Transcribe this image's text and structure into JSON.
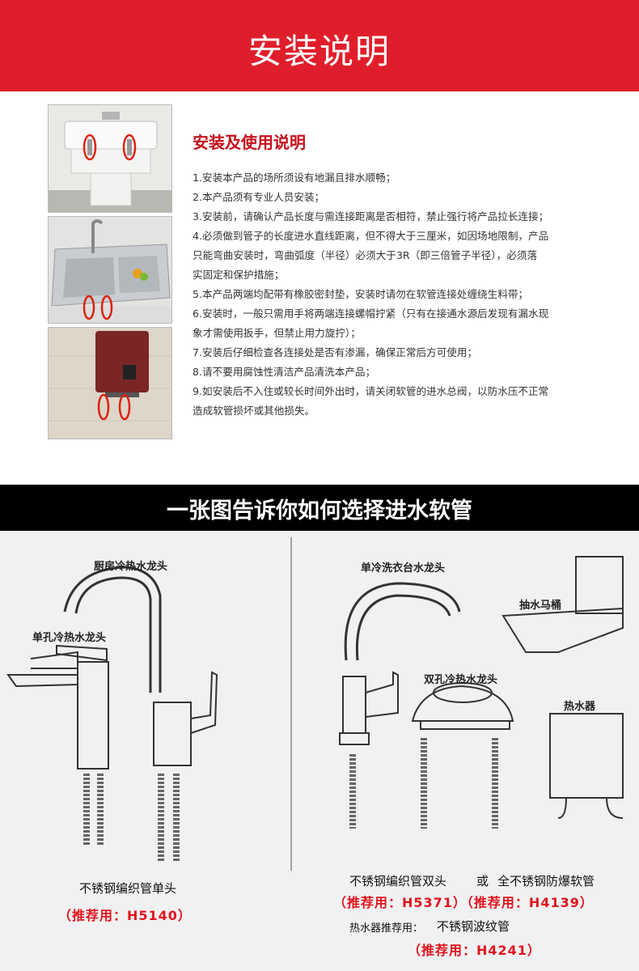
{
  "header": {
    "title": "安装说明"
  },
  "instructions": {
    "title": "安装及使用说明",
    "items": [
      "1.安装本产品的场所须设有地漏且排水顺畅；",
      "2.本产品须有专业人员安装；",
      "3.安装前，请确认产品长度与需连接距离是否相符，禁止强行将产品拉长连接；",
      "4.必须做到管子的长度进水直线距离，但不得大于三厘米，如因场地限制，产品",
      "只能弯曲安装时，弯曲弧度（半径）必须大于3R（即三倍管子半径），必须落",
      "实固定和保护措施；",
      "5.本产品两端均配带有橡胶密封垫，安装时请勿在软管连接处缠绕生料带；",
      "6.安装时，一般只需用手将两端连接螺帽拧紧（只有在接通水源后发现有漏水现",
      "象才需使用扳手，但禁止用力旋拧）；",
      "7.安装后仔细检查各连接处是否有渗漏，确保正常后方可使用；",
      "8.请不要用腐蚀性清洁产品清洗本产品；",
      "9.如安装后不入住或较长时间外出时，请关闭软管的进水总阀，以防水压不正常",
      "造成软管损坏或其他损失。"
    ]
  },
  "section2": {
    "title": "一张图告诉你如何选择进水软管"
  },
  "diagram": {
    "labels": {
      "kitchen_faucet": "厨房冷热水龙头",
      "single_hole_faucet": "单孔冷热水龙头",
      "basin_faucet": "单冷洗衣台水龙头",
      "toilet": "抽水马桶",
      "double_hole_faucet": "双孔冷热水龙头",
      "water_heater": "热水器"
    },
    "left": {
      "caption": "不锈钢编织管单头",
      "recommend": "（推荐用：H5140）"
    },
    "right": {
      "caption_a": "不锈钢编织管双头",
      "caption_or": "或",
      "caption_b": "全不锈钢防爆软管",
      "recommend_1": "（推荐用：H5371）（推荐用：H4139）",
      "heater_caption_prefix": "热水器推荐用：",
      "heater_caption": "不锈钢波纹管",
      "recommend_2": "（推荐用：H4241）"
    }
  },
  "colors": {
    "header_red": "#e01e2b",
    "accent_red": "#c4101c",
    "dark_bar": "#000000",
    "panel_bg": "#f1f1f1"
  }
}
